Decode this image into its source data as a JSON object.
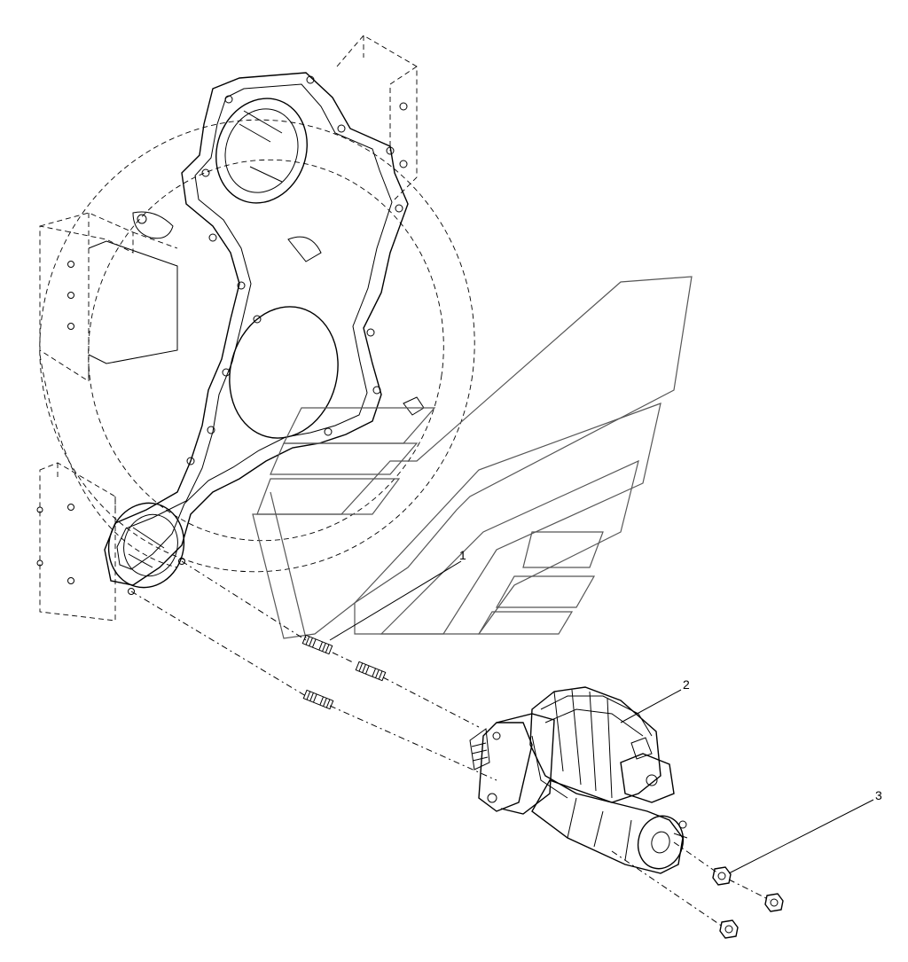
{
  "callouts": [
    {
      "id": "1",
      "label": "1"
    },
    {
      "id": "2",
      "label": "2"
    },
    {
      "id": "3",
      "label": "3"
    }
  ],
  "parts": {
    "housing": "flywheel-housing",
    "studs": "stud",
    "starter": "starter-motor",
    "nuts": "nut"
  }
}
